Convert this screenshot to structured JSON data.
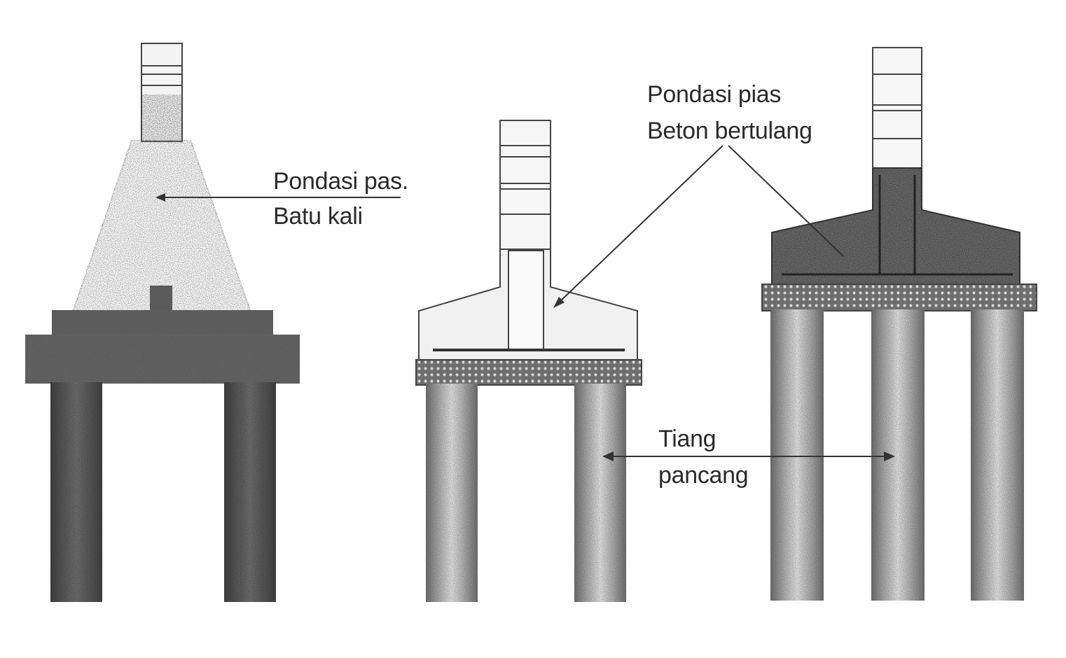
{
  "labels": {
    "pas_line1": "Pondasi pas.",
    "pas_line2": "Batu kali",
    "pias_line1": "Pondasi pias",
    "pias_line2": "Beton bertulang",
    "tiang_line1": "Tiang",
    "tiang_line2": "pancang"
  }
}
